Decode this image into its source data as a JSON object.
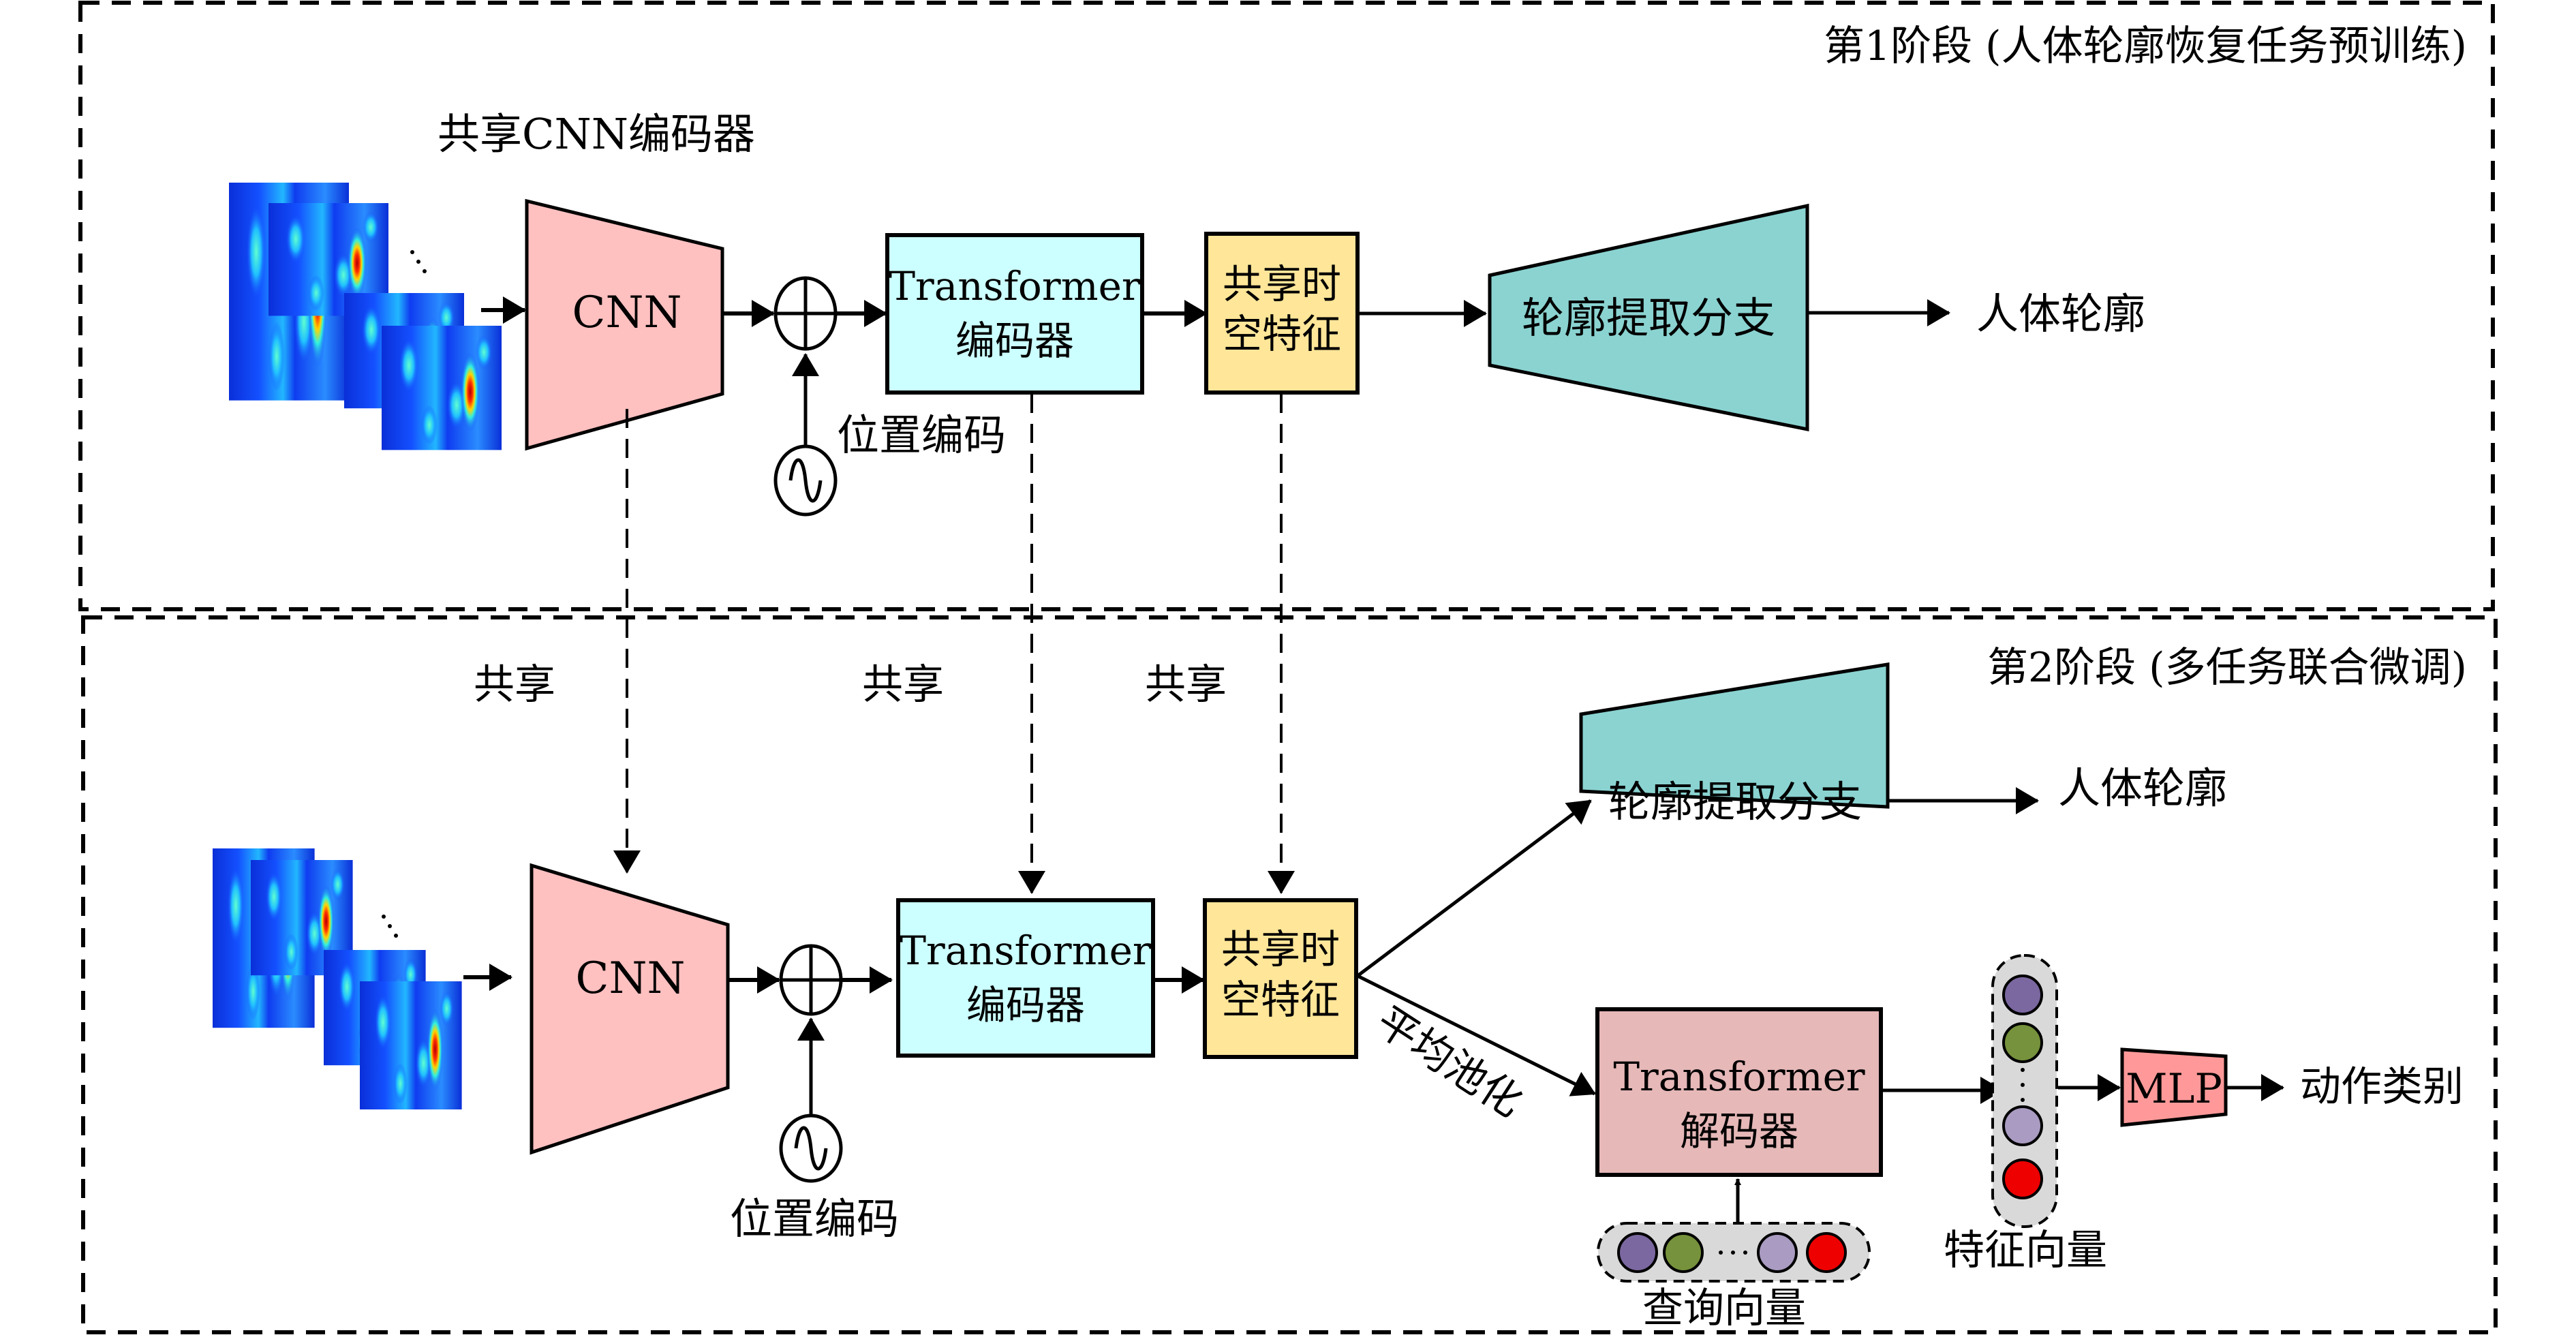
{
  "stage1": {
    "title": "第1阶段 (人体轮廓恢复任务预训练)",
    "shared_cnn_label": "共享CNN编码器",
    "cnn_label": "CNN",
    "encoder_line1": "Transformer",
    "encoder_line2": "编码器",
    "feature_line1": "共享时",
    "feature_line2": "空特征",
    "pos_enc_label": "位置编码",
    "branch_label": "轮廓提取分支",
    "output_label": "人体轮廓"
  },
  "stage2": {
    "title": "第2阶段 (多任务联合微调)",
    "share_labels": [
      "共享",
      "共享",
      "共享"
    ],
    "cnn_label": "CNN",
    "encoder_line1": "Transformer",
    "encoder_line2": "编码器",
    "feature_line1": "共享时",
    "feature_line2": "空特征",
    "pos_enc_label": "位置编码",
    "branch_label": "轮廓提取分支",
    "output_label": "人体轮廓",
    "pooling_label": "平均池化",
    "decoder_line1": "Transformer",
    "decoder_line2": "解码器",
    "query_label": "查询向量",
    "feature_vec_label": "特征向量",
    "mlp_label": "MLP",
    "action_label": "动作类别"
  },
  "colors": {
    "cnn": "#ffc0c0",
    "encoder": "#ccffff",
    "feature": "#ffe699",
    "branch": "#8ad3d1",
    "decoder": "#e6b8b8",
    "mlp": "#ff9999",
    "token_purple": "#7b68a0",
    "token_green": "#76923c",
    "token_lavender": "#a99bc1",
    "token_red": "#ee0000",
    "token_bg": "#d9d9d9"
  }
}
